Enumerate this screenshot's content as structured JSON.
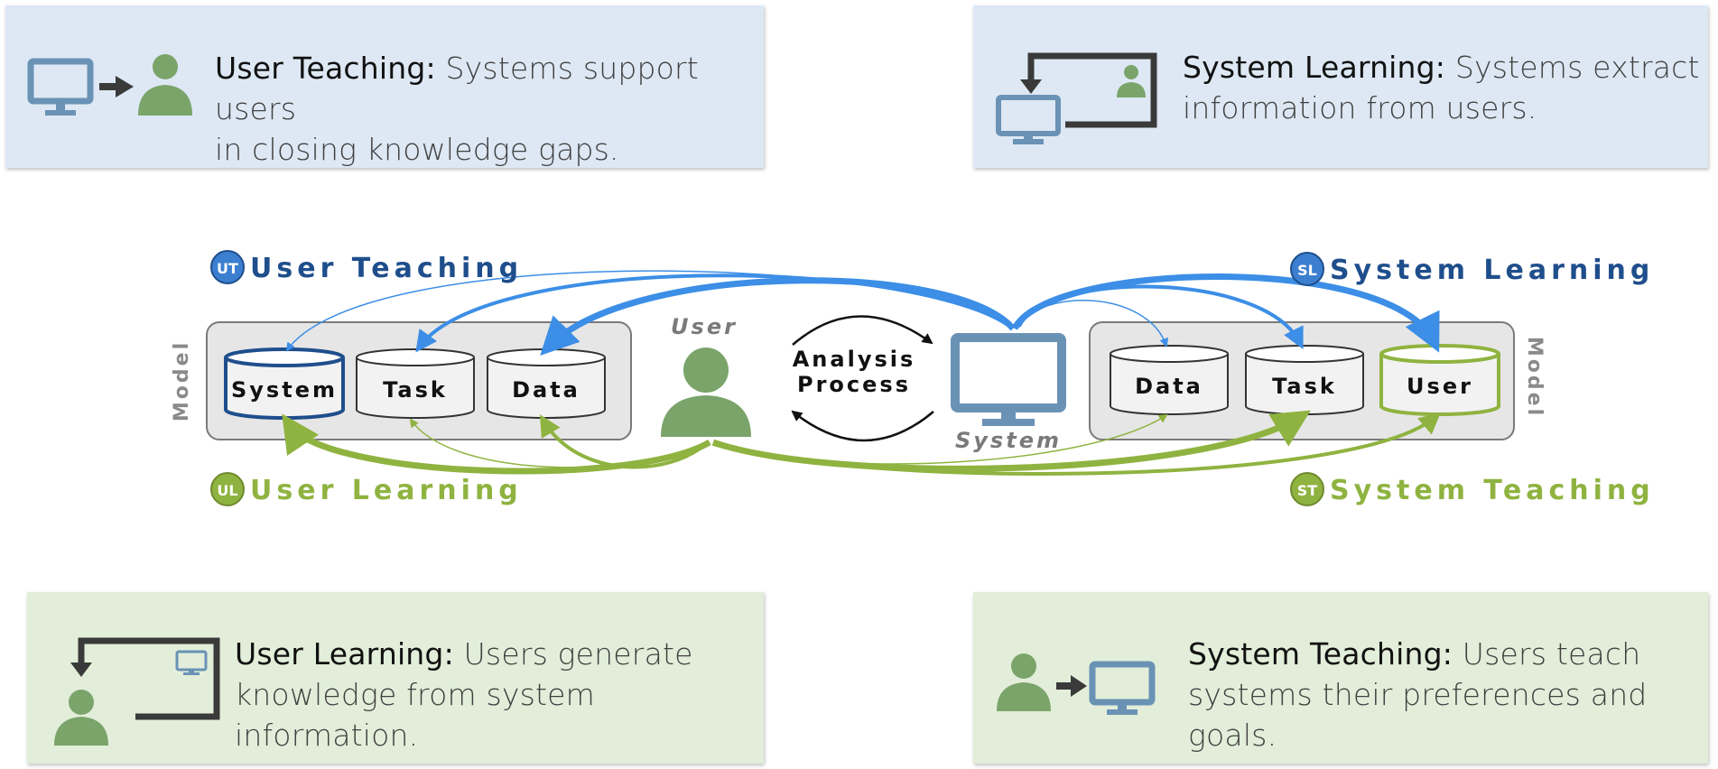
{
  "cards": {
    "user_teaching": {
      "term": "User Teaching:",
      "desc_line1": " Systems support users",
      "desc_line2": "in closing knowledge gaps."
    },
    "system_learning": {
      "term": "System Learning:",
      "desc_line1": " Systems extract",
      "desc_line2": "information from users."
    },
    "user_learning": {
      "term": "User Learning:",
      "desc_line1": " Users generate",
      "desc_line2": "knowledge from system information."
    },
    "system_teaching": {
      "term": "System Teaching:",
      "desc_line1": " Users teach",
      "desc_line2": "systems their preferences and goals."
    }
  },
  "diagram": {
    "badges": {
      "ut": {
        "abbr": "UT",
        "label": "User Teaching",
        "color": "#3c7fd0"
      },
      "sl": {
        "abbr": "SL",
        "label": "System Learning",
        "color": "#3c7fd0"
      },
      "ul": {
        "abbr": "UL",
        "label": "User Learning",
        "color": "#8fb340"
      },
      "st": {
        "abbr": "ST",
        "label": "System Teaching",
        "color": "#8fb340"
      }
    },
    "left_model": {
      "side_label": "Model",
      "stores": [
        "System",
        "Task",
        "Data"
      ]
    },
    "right_model": {
      "side_label": "Model",
      "stores": [
        "Data",
        "Task",
        "User"
      ]
    },
    "user_label": "User",
    "system_label": "System",
    "process_line1": "Analysis",
    "process_line2": "Process"
  },
  "colors": {
    "blue_arrow": "#3c8ee6",
    "green_arrow": "#8fb340",
    "dark_blue": "#1f4e8c",
    "user_icon": "#7aa46a",
    "monitor_icon": "#6a92b5",
    "card_blue": "#dde8f4",
    "card_green": "#e2eed9"
  },
  "icons": [
    "monitor-icon",
    "person-icon",
    "arrow-right-icon",
    "feedback-loop-icon"
  ]
}
